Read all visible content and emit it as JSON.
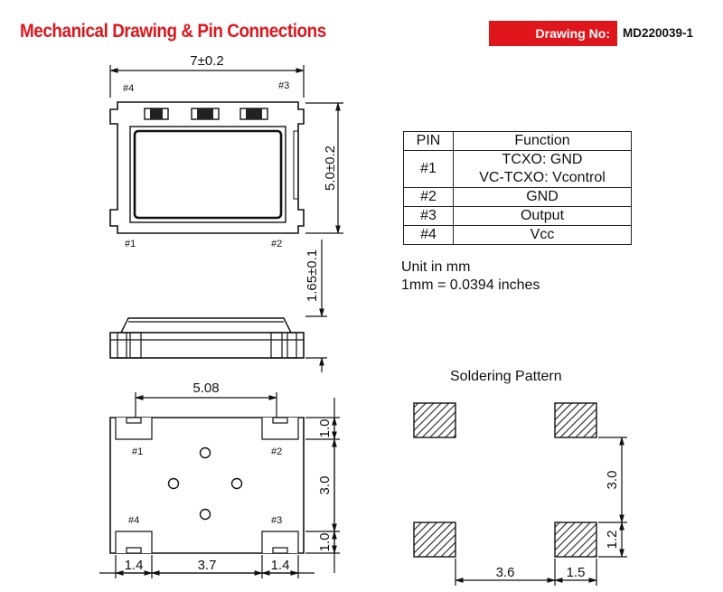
{
  "header": {
    "title": "Mechanical Drawing & Pin Connections",
    "drawing_no_label": "Drawing No:",
    "drawing_no_value": "MD220039-1"
  },
  "top_view": {
    "width_dim": "7±0.2",
    "height_dim": "5.0±0.2",
    "pin_labels": [
      "#1",
      "#2",
      "#3",
      "#4"
    ]
  },
  "side_view": {
    "height_dim": "1.65±0.1"
  },
  "bottom_view": {
    "pitch_dim": "5.08",
    "right_dims": [
      "1.0",
      "3.0",
      "1.0"
    ],
    "bottom_dims": [
      "1.4",
      "3.7",
      "1.4"
    ],
    "pin_labels": [
      "#1",
      "#2",
      "#3",
      "#4"
    ]
  },
  "pin_table": {
    "headers": [
      "PIN",
      "Function"
    ],
    "rows": [
      {
        "pin": "#1",
        "function_lines": [
          "TCXO: GND",
          "VC-TCXO: Vcontrol"
        ]
      },
      {
        "pin": "#2",
        "function_lines": [
          "GND"
        ]
      },
      {
        "pin": "#3",
        "function_lines": [
          "Output"
        ]
      },
      {
        "pin": "#4",
        "function_lines": [
          "Vcc"
        ]
      }
    ]
  },
  "units": {
    "line1": "Unit in mm",
    "line2": "1mm = 0.0394 inches"
  },
  "soldering": {
    "title": "Soldering Pattern",
    "vertical_dims": [
      "3.0",
      "1.2"
    ],
    "horizontal_dims": [
      "3.6",
      "1.5"
    ]
  }
}
